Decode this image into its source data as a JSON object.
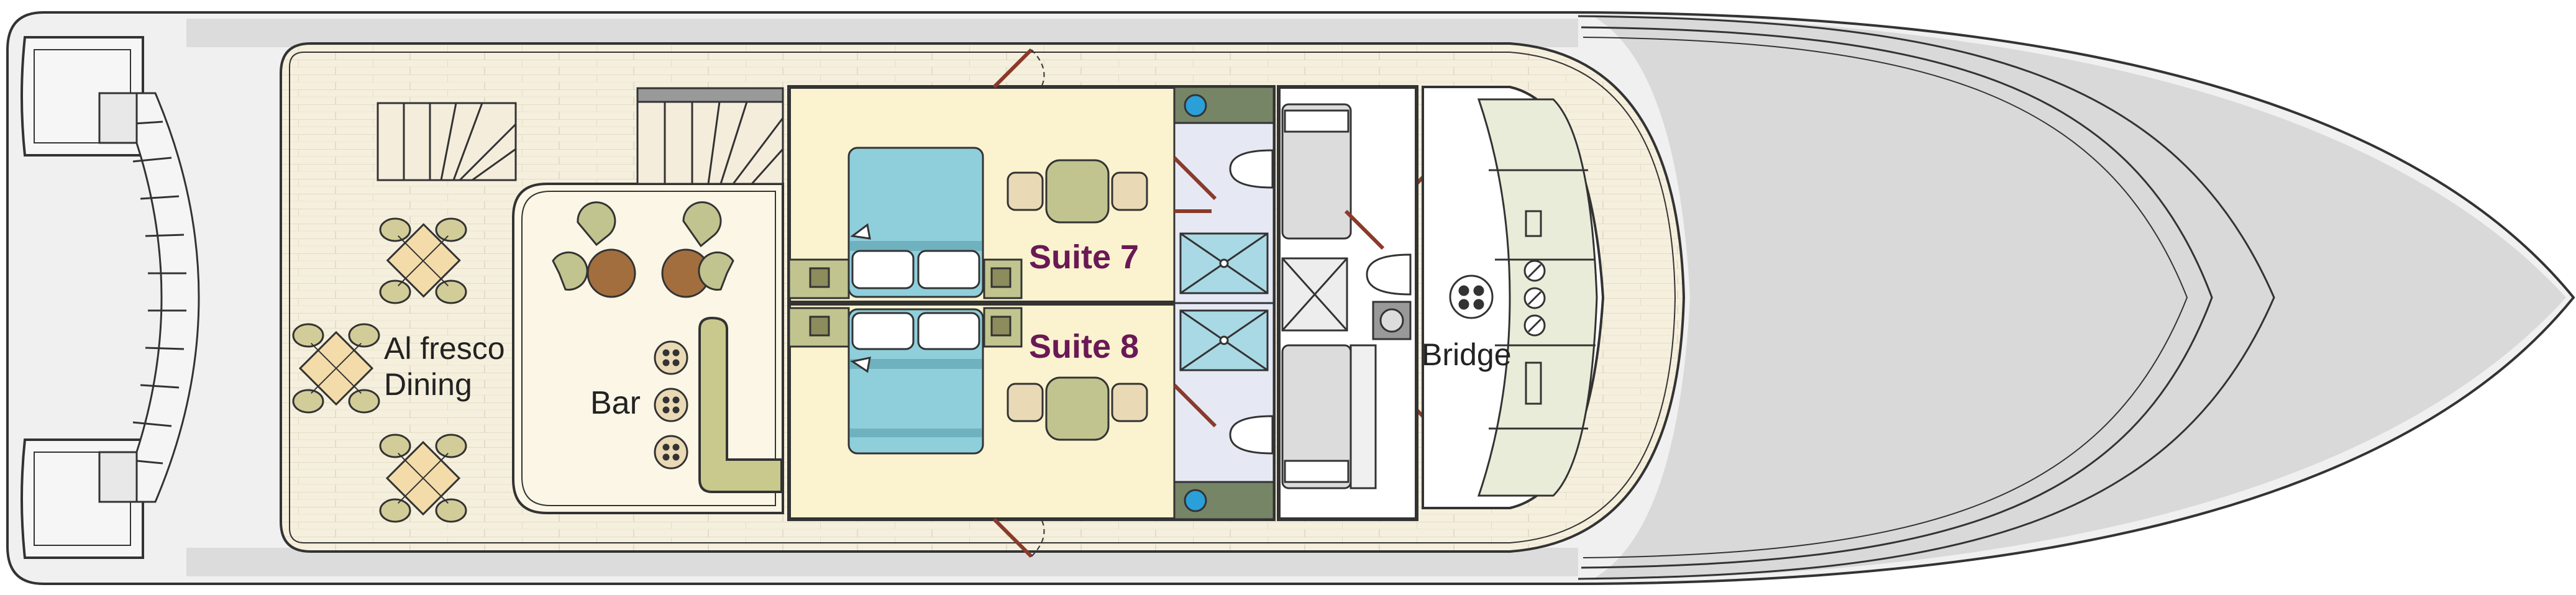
{
  "colors": {
    "hull_fill": "#f0f0f0",
    "bow_fill": "#d9d9d9",
    "deck_wood": "#f5efdd",
    "deck_lines": "#e4dcc6",
    "suite_floor": "#fbf3cf",
    "bed_blue": "#8fcfdc",
    "bed_stripe": "#6fb1bf",
    "chair_olive": "#c2c48f",
    "table_olive": "#bcc48e",
    "bar_olive": "#c9c98e",
    "side_table": "#8c8c5c",
    "table_brown": "#a36e3e",
    "bath_floor": "#e6e9f4",
    "shower_blue": "#a9d9e4",
    "porthole_blue": "#2a9fd8",
    "console_green": "#778567",
    "door_brown": "#8b3a2a",
    "suite_text": "#6a1955",
    "outline": "#333333"
  },
  "labels": {
    "al_fresco": [
      "Al fresco",
      "Dining"
    ],
    "bar": "Bar",
    "suite_7": "Suite 7",
    "suite_8": "Suite 8",
    "bridge": "Bridge"
  },
  "icons": [
    "staircase-icon",
    "spiral-staircase-icon",
    "dining-table-icon",
    "round-table-icon",
    "armchair-icon",
    "bar-stool-icon",
    "bed-icon",
    "nightstand-icon",
    "toilet-icon",
    "shower-icon",
    "porthole-icon",
    "door-swing-icon",
    "helm-wheel-icon",
    "gauge-icon"
  ]
}
